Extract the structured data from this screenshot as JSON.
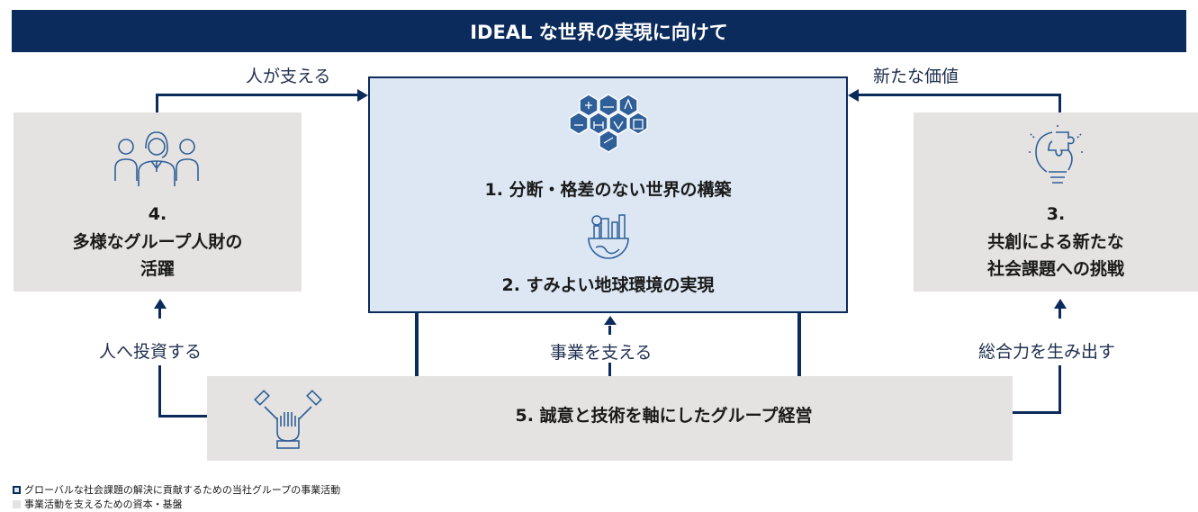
{
  "header": {
    "title": "IDEAL な世界の実現に向けて"
  },
  "center": {
    "item1": "1. 分断・格差のない世界の構築",
    "item2": "2. すみよい地球環境の実現"
  },
  "left_box": {
    "number": "4.",
    "title_line1": "多様なグループ人財の",
    "title_line2": "活躍"
  },
  "right_box": {
    "number": "3.",
    "title_line1": "共創による新たな",
    "title_line2": "社会課題への挑戦"
  },
  "bottom_box": {
    "title": "5. 誠意と技術を軸にしたグループ経営"
  },
  "flows": {
    "top_left": "人が支える",
    "top_right": "新たな価値",
    "mid_left": "人へ投資する",
    "mid_center": "事業を支える",
    "mid_right": "総合力を生み出す"
  },
  "legend": {
    "item1": "グローバルな社会課題の解決に貢献するための当社グループの事業活動",
    "item2": "事業活動を支えるための資本・基盤"
  },
  "colors": {
    "navy": "#0b2b5c",
    "center_fill": "#dce7f3",
    "gray_fill": "#e5e3e1",
    "icon_blue": "#2f5f98"
  },
  "icons": {
    "center_top": "infrastructure-hexagon-icon",
    "center_mid": "globe-city-icon",
    "left": "people-group-icon",
    "right": "lightbulb-puzzle-icon",
    "bottom": "hands-together-icon"
  }
}
